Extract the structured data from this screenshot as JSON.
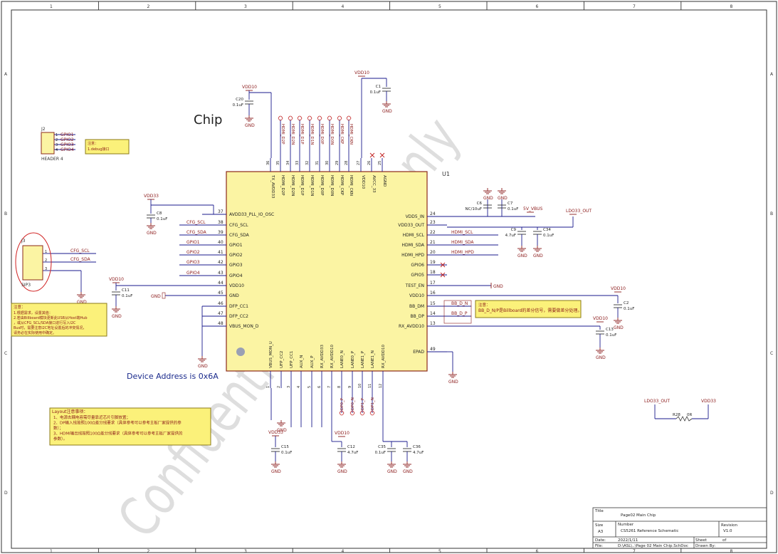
{
  "colors": {
    "chip_fill": "#fbf4a3",
    "note_fill": "#fbf17a",
    "wire": "#1a1a8c",
    "net_label": "#8b1a1a",
    "text": "#222222",
    "power": "#8b1a1a",
    "watermark": "#c8c8c8",
    "circle": "#d02020"
  },
  "border": {
    "cols": [
      "1",
      "2",
      "3",
      "4",
      "5",
      "6",
      "7",
      "8"
    ],
    "rows": [
      "A",
      "B",
      "C",
      "D"
    ]
  },
  "chip": {
    "label": "Chip",
    "designator": "U1",
    "left_pins": [
      {
        "num": "37",
        "name": "AVDD33_PLL_IO_OSC"
      },
      {
        "num": "38",
        "name": "CFG_SCL"
      },
      {
        "num": "39",
        "name": "CFG_SDA"
      },
      {
        "num": "40",
        "name": "GPIO1"
      },
      {
        "num": "41",
        "name": "GPIO2"
      },
      {
        "num": "42",
        "name": "GPIO3"
      },
      {
        "num": "43",
        "name": "GPIO4"
      },
      {
        "num": "44",
        "name": "VDD10"
      },
      {
        "num": "45",
        "name": "GND"
      },
      {
        "num": "46",
        "name": "DFP_CC1"
      },
      {
        "num": "47",
        "name": "DFP_CC2"
      },
      {
        "num": "48",
        "name": "VBUS_MON_D"
      }
    ],
    "right_pins": [
      {
        "num": "24",
        "name": "VDD5_IN"
      },
      {
        "num": "23",
        "name": "VDD33_OUT"
      },
      {
        "num": "22",
        "name": "HDMI_SCL"
      },
      {
        "num": "21",
        "name": "HDMI_SDA"
      },
      {
        "num": "20",
        "name": "HDMI_HPD"
      },
      {
        "num": "19",
        "name": "GPIO6"
      },
      {
        "num": "18",
        "name": "GPIO5"
      },
      {
        "num": "17",
        "name": "TEST_EN"
      },
      {
        "num": "16",
        "name": "VDD10"
      },
      {
        "num": "15",
        "name": "BB_DM"
      },
      {
        "num": "14",
        "name": "BB_DP"
      },
      {
        "num": "13",
        "name": "RX_AVDD10"
      },
      {
        "num": "49",
        "name": "EPAD"
      }
    ],
    "top_pins": [
      {
        "num": "36",
        "name": "TX_AVDD33"
      },
      {
        "num": "35",
        "name": "HDMI_D2P"
      },
      {
        "num": "34",
        "name": "HDMI_D2N"
      },
      {
        "num": "33",
        "name": "HDMI_D1P"
      },
      {
        "num": "32",
        "name": "HDMI_D1N"
      },
      {
        "num": "31",
        "name": "HDMI_D0P"
      },
      {
        "num": "30",
        "name": "HDMI_D0N"
      },
      {
        "num": "29",
        "name": "HDMI_CKP"
      },
      {
        "num": "28",
        "name": "HDMI_CKN"
      },
      {
        "num": "27",
        "name": "VDD10"
      },
      {
        "num": "26",
        "name": "AVCC_33"
      },
      {
        "num": "25",
        "name": "AGND"
      }
    ],
    "bottom_pins": [
      {
        "num": "1",
        "name": "VBUS_MON_U"
      },
      {
        "num": "2",
        "name": "UFP_CC2"
      },
      {
        "num": "3",
        "name": "UFP_CC1"
      },
      {
        "num": "4",
        "name": "AUX_N"
      },
      {
        "num": "5",
        "name": "AUX_P"
      },
      {
        "num": "6",
        "name": "RX_AVDD33"
      },
      {
        "num": "7",
        "name": "RX_AVDD10"
      },
      {
        "num": "8",
        "name": "LANE0_N"
      },
      {
        "num": "9",
        "name": "LANE0_P"
      },
      {
        "num": "10",
        "name": "LANE1_P"
      },
      {
        "num": "11",
        "name": "LANE1_N"
      },
      {
        "num": "12",
        "name": "RX_AVDD10"
      }
    ],
    "top_nets": [
      "HDMI_D2P",
      "HDMI_D2N",
      "HDMI_D1P",
      "HDMI_D1N",
      "HDMI_D0P",
      "HDMI_D0N",
      "HDMI_CKP",
      "HDMI_CKN"
    ],
    "bottom_nets": [
      "DP0_P",
      "DP0_N",
      "DP1_P",
      "DP1_N"
    ]
  },
  "left_nets": [
    "CFG_SCL",
    "CFG_SDA",
    "GPIO1",
    "GPIO2",
    "GPIO3",
    "GPIO4"
  ],
  "right_nets": [
    "HDMI_SCL",
    "HDMI_SDA",
    "HDMI_HPD",
    "BB_D_N",
    "BB_D_P"
  ],
  "header": {
    "designator": "J2",
    "name": "HEADER 4",
    "pins": [
      "1",
      "2",
      "3",
      "4"
    ],
    "nets": [
      "GPIO1",
      "GPIO2",
      "GPIO3",
      "GPIO4"
    ]
  },
  "sip": {
    "designator": "J3",
    "name": "SIP3",
    "pins": [
      "1",
      "2",
      "3"
    ],
    "nets": [
      "CFG_SCL",
      "CFG_SDA"
    ]
  },
  "power": {
    "vdd10": "VDD10",
    "vdd33": "VDD33",
    "gnd": "GND",
    "vbus": "5V_VBUS",
    "ldo33": "LDO33_OUT"
  },
  "caps": {
    "c1": {
      "ref": "C1",
      "val": "0.1uF"
    },
    "c20": {
      "ref": "C20",
      "val": "0.1uF"
    },
    "c8": {
      "ref": "C8",
      "val": "0.1uF"
    },
    "c11": {
      "ref": "C11",
      "val": "0.1uF"
    },
    "c6": {
      "ref": "C6",
      "val": "NC/10uF"
    },
    "c7": {
      "ref": "C7",
      "val": "0.1uF"
    },
    "c9": {
      "ref": "C9",
      "val": "4.7uF"
    },
    "c34": {
      "ref": "C34",
      "val": "0.1uF"
    },
    "c2": {
      "ref": "C2",
      "val": "0.1uF"
    },
    "c13": {
      "ref": "C13",
      "val": "0.1uF"
    },
    "c15": {
      "ref": "C15",
      "val": "0.1uF"
    },
    "c12": {
      "ref": "C12",
      "val": "4.7uF"
    },
    "c35": {
      "ref": "C35",
      "val": "0.1uF"
    },
    "c36": {
      "ref": "C36",
      "val": "4.7uF"
    }
  },
  "resistor": {
    "ref": "R28",
    "val": "0R"
  },
  "notes": {
    "debug_title": "注意：",
    "debug_text": "1.debug接口",
    "cfg_title": "注意：",
    "cfg_lines": [
      "1.根据需求，设置其值：",
      "2.若由Billboard模块更新此USB从Host端Hub",
      "，或从CFG_SCL/SDA接口进行写入I2C",
      "Bus时，需要注意I2C地址设置后的冲突情况，",
      "请务必在实际使用中确定。"
    ],
    "bb_title": "注意：",
    "bb_text": "BB_D_N/P是Billboard的差分信号，需要做差分处理。",
    "layout_title": "Layout注意事项：",
    "layout_lines": [
      "1、电源去耦电容需尽量靠近芯片引脚放置；",
      "2、DP输入线按照100Ω差分线要求（具体参考可以参考主板厂家提供的参",
      "数）；",
      "3、HDMI输出线按照100Ω差分线要求（具体参考可以参考主板厂家提供的",
      "参数）。"
    ]
  },
  "device_address": "Device Address is 0x6A",
  "watermark": "Confidential for h ... only",
  "title_block": {
    "title_label": "Title",
    "title": "Page02 Main Chip",
    "size_label": "Size",
    "size": "A3",
    "number_label": "Number",
    "number": "CS5261 Reference Schematic",
    "revision_label": "Revision",
    "revision": "V1.0",
    "date_label": "Date:",
    "date": "2022/1/11",
    "sheet_label": "Sheet",
    "of_label": "of",
    "file_label": "File:",
    "file": "D:\\ASL\\..\\Page 02 Main Chip.SchDoc",
    "drawn_label": "Drawn By:"
  }
}
